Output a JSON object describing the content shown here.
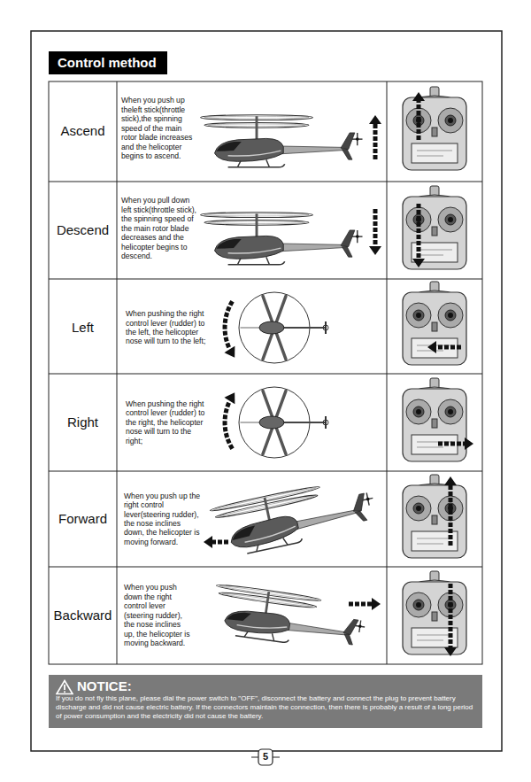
{
  "diagram": {
    "nodes": [
      {
        "text": [
          "Control method"
        ]
      },
      {
        "text": [
          "NOTICE:",
          "If you do not fly this plane, please dial the power switch to \"OFF\", disconnect the battery and connect the plug to prevent battery discharge and did not cause electric battery. If the connectors maintain the connection, then there is probably a result of a long period of power consumption and the electricity did not cause the battery."
        ]
      }
    ],
    "labels": [
      "Ascend",
      "When you push up theleft stick(throttle stick),the spinning speed of the main rotor blade increases and the helicopter begins to ascend.",
      "Descend",
      "When you pull down left stick(throttle stick), the spinning speed of the main rotor blade decreases and the helicopter begins to descend.",
      "Left",
      "When pushing the right control lever (rudder) to the left, the helicopter nose will turn to the left;",
      "Right",
      "When pushing the right control lever (rudder) to the right, the helicopter nose will turn to the right;",
      "Forward",
      "When you push up the right control lever(steering rudder), the nose inclines down, the helicopter is moving forward.",
      "Backward",
      "When you push down the right control lever (steering rudder), the nose inclines up, the helicopter is moving backward.",
      "5"
    ]
  }
}
